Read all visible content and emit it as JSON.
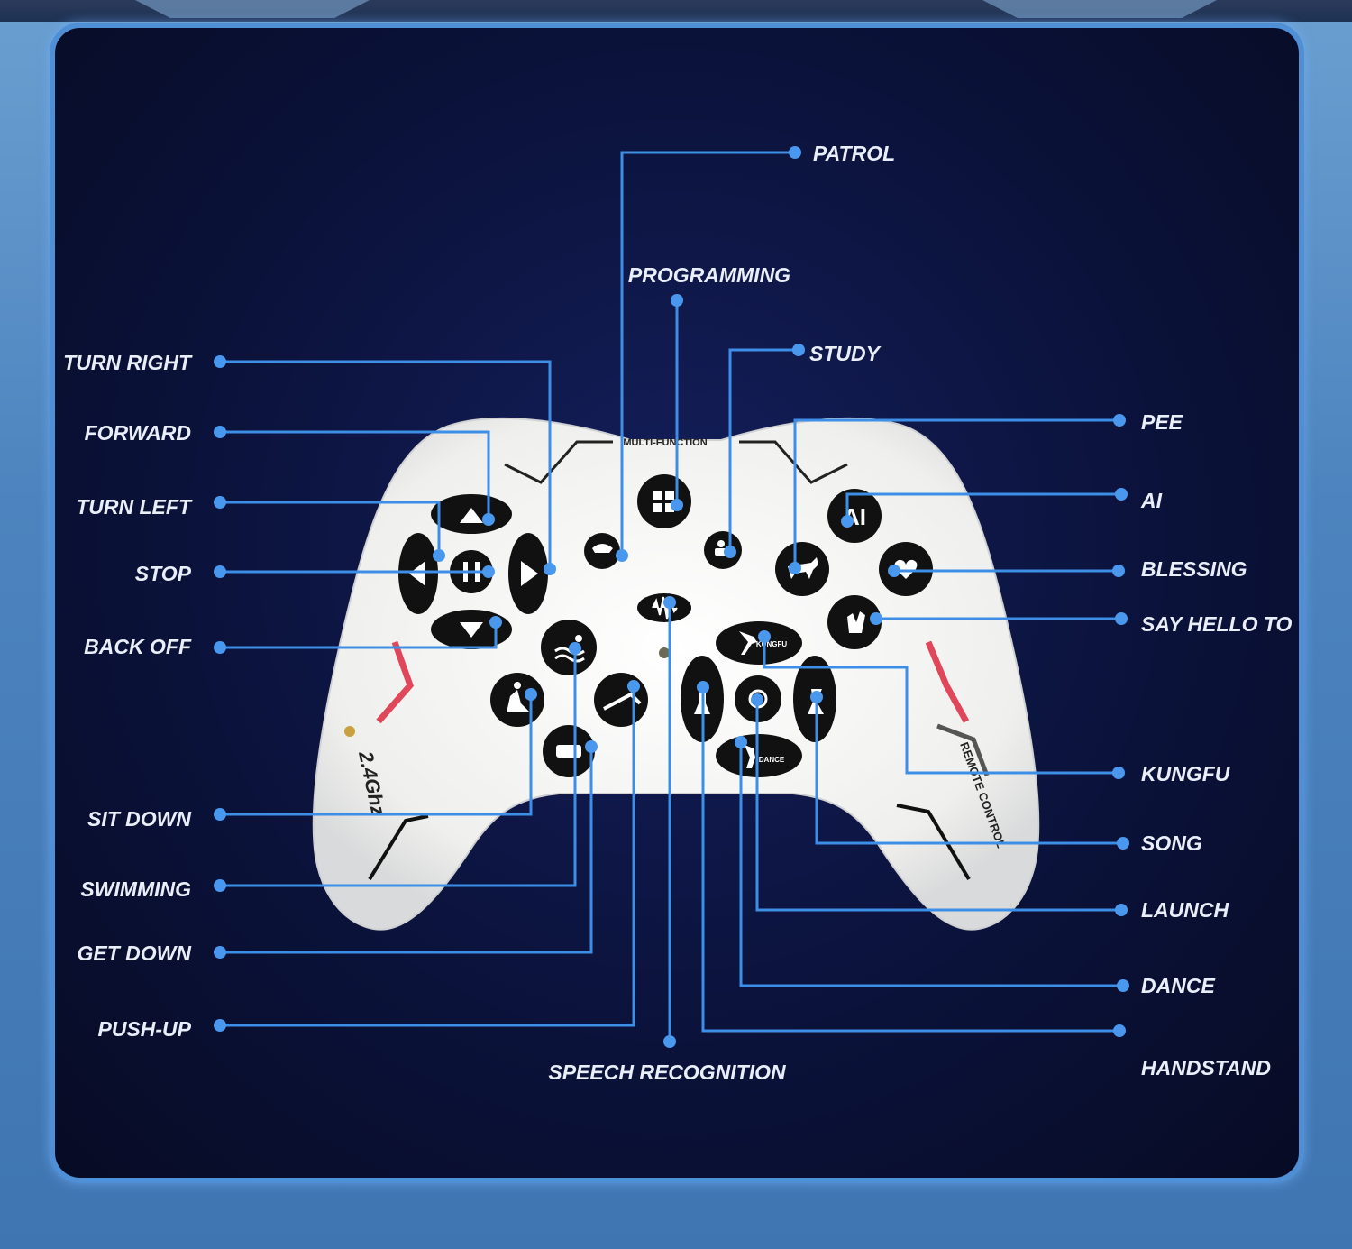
{
  "controller": {
    "header_text": "MULTI-FUNCTION",
    "freq_text": "2.4Ghz",
    "remote_text": "REMOTE CONTROL",
    "btn_kungfu": "KUNGFU",
    "btn_dance": "DANCE",
    "btn_ai": "AI"
  },
  "labels": {
    "patrol": "PATROL",
    "programming": "PROGRAMMING",
    "study": "STUDY",
    "turn_right": "TURN RIGHT",
    "forward": "FORWARD",
    "turn_left": "TURN LEFT",
    "stop": "STOP",
    "back_off": "BACK OFF",
    "sit_down": "SIT DOWN",
    "swimming": "SWIMMING",
    "get_down": "GET DOWN",
    "push_up": "PUSH-UP",
    "speech_recognition": "SPEECH RECOGNITION",
    "pee": "PEE",
    "ai": "AI",
    "blessing": "BLESSING",
    "say_hello_to": "SAY HELLO TO",
    "kungfu": "KUNGFU",
    "song": "SONG",
    "launch": "LAUNCH",
    "dance": "DANCE",
    "handstand": "HANDSTAND"
  },
  "colors": {
    "line": "#3d8ee6",
    "dot": "#4a98ee",
    "controller": "#f3f3f1",
    "button": "#111111",
    "accent_red": "#e0475a"
  }
}
